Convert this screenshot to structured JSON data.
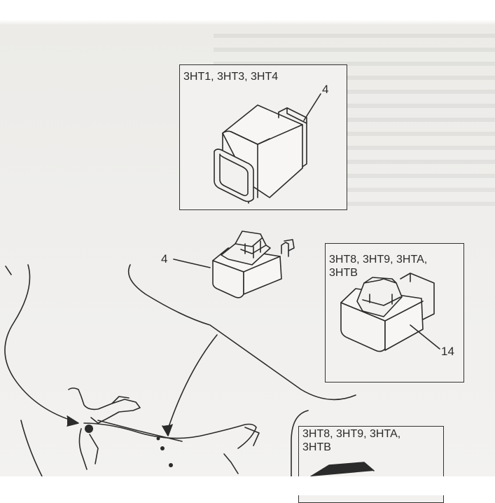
{
  "diagram": {
    "top_box_label": "3HT1, 3HT3, 3HT4",
    "top_box_callout": "4",
    "middle_callout": "4",
    "right_box_label_line1": "3HT8, 3HT9, 3HTA,",
    "right_box_label_line2": "3HTB",
    "right_box_callout": "14",
    "bottom_box_label_line1": "3HT8, 3HT9, 3HTA,",
    "bottom_box_label_line2": "3HTB"
  }
}
